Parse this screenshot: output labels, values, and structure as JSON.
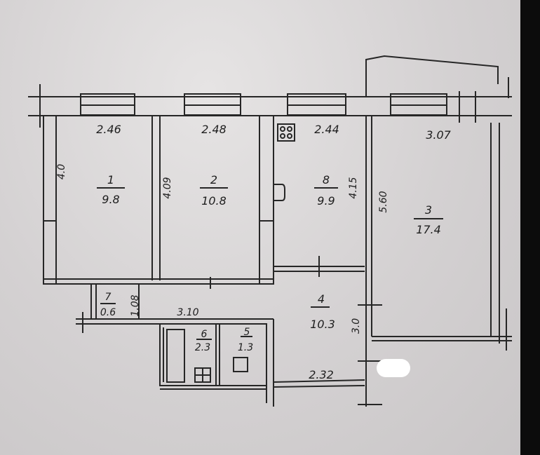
{
  "rooms": [
    {
      "number": "1",
      "area": "9.8",
      "width": "2.46",
      "depth": "4.0"
    },
    {
      "number": "2",
      "area": "10.8",
      "width": "2.48",
      "depth": "4.09"
    },
    {
      "number": "8",
      "area": "9.9",
      "width": "2.44",
      "depth": "4.15"
    },
    {
      "number": "3",
      "area": "17.4",
      "width": "3.07",
      "depth": "5.60"
    },
    {
      "number": "4",
      "area": "10.3",
      "width": "2.32",
      "depth": "3.0"
    },
    {
      "number": "7",
      "area": "0.6",
      "depth": "1.08"
    },
    {
      "number": "6",
      "area": "2.3"
    },
    {
      "number": "5",
      "area": "1.3"
    }
  ],
  "corridor_length": "3.10"
}
